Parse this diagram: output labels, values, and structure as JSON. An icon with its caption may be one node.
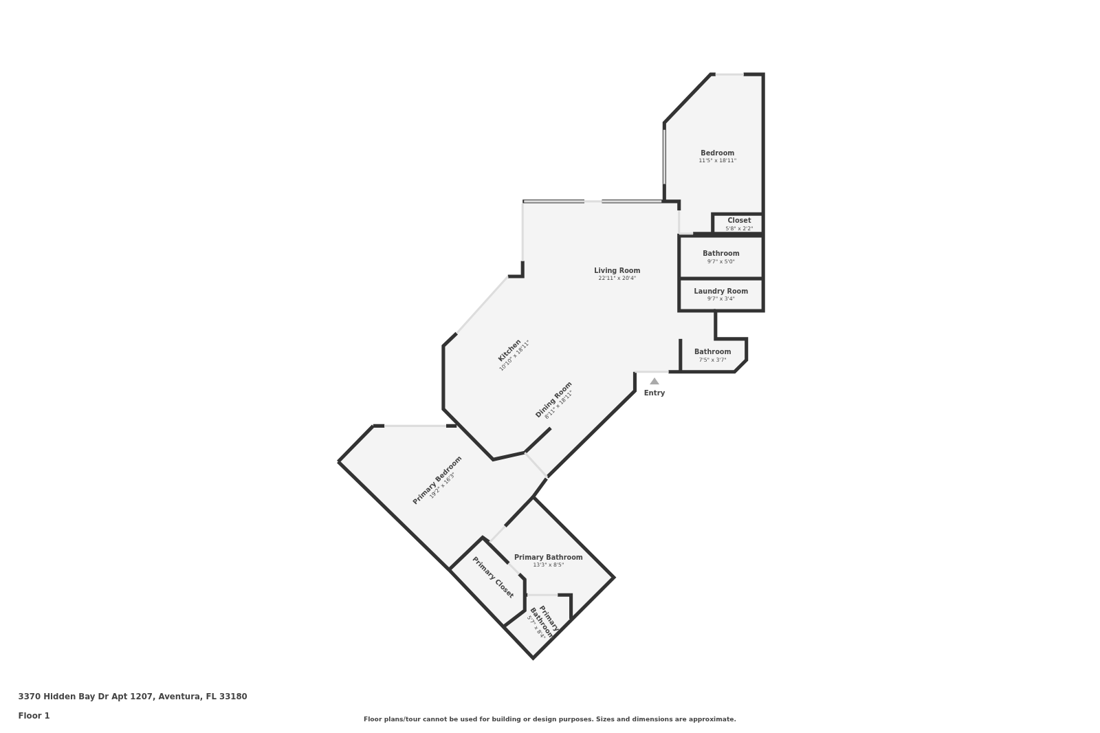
{
  "diagram": {
    "nodes": [
      {
        "text": [
          "Bedroom",
          "11'5\" x 18'11\""
        ]
      },
      {
        "text": [
          "Closet",
          "5'8\" x 2'2\""
        ]
      },
      {
        "text": [
          "Bathroom",
          "9'7\" x 5'0\""
        ]
      },
      {
        "text": [
          "Living Room",
          "22'11\" x 20'4\""
        ]
      },
      {
        "text": [
          "Laundry Room",
          "9'7\" x 3'4\""
        ]
      },
      {
        "text": [
          "Kitchen",
          "10'10\" x 18'11\""
        ]
      },
      {
        "text": [
          "Bathroom",
          "7'5\" x 3'7\""
        ]
      },
      {
        "text": [
          "Dining Room",
          "8'11\" x 18'11\""
        ]
      },
      {
        "text": [
          "Primary Bedroom",
          "19'2\" x 16'3\""
        ]
      },
      {
        "text": [
          "Primary Bathroom",
          "13'3\" x 8'5\""
        ]
      },
      {
        "text": [
          "Primary Closet"
        ]
      },
      {
        "text": [
          "Primary Bathroom",
          "5'7\" x 8'4\""
        ]
      }
    ],
    "edges": [],
    "labels": [
      "Entry",
      "3370 Hidden Bay Dr Apt 1207, Aventura, FL 33180",
      "Floor 1",
      "Floor plans/tour cannot be used for building or design purposes. Sizes and dimensions are approximate."
    ]
  }
}
